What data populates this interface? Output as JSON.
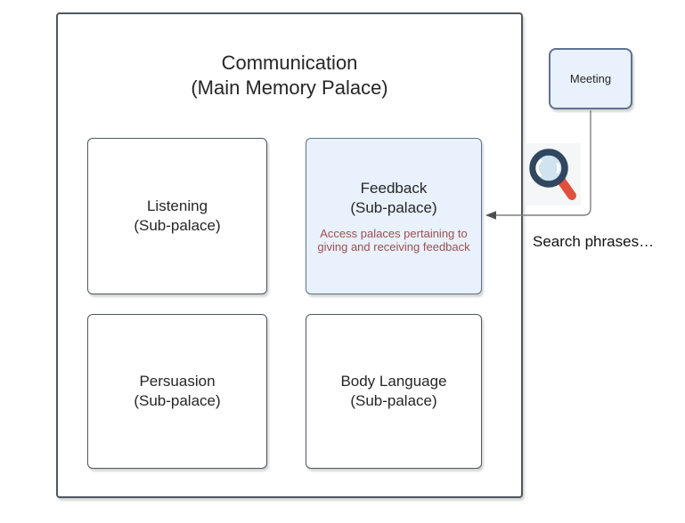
{
  "diagram": {
    "main_palace": {
      "title_line1": "Communication",
      "title_line2": "(Main Memory Palace)"
    },
    "sub_palaces": {
      "listening": {
        "name": "Listening",
        "type": "(Sub-palace)"
      },
      "feedback": {
        "name": "Feedback",
        "type": "(Sub-palace)",
        "note_line1": "Access palaces pertaining to",
        "note_line2": "giving and receiving feedback"
      },
      "persuasion": {
        "name": "Persuasion",
        "type": "(Sub-palace)"
      },
      "body_language": {
        "name": "Body Language",
        "type": "(Sub-palace)"
      }
    },
    "meeting_node": {
      "label": "Meeting"
    },
    "search_caption": "Search phrases…",
    "icons": {
      "magnifier": "search-icon"
    },
    "colors": {
      "node_border": "#4f565e",
      "highlight_fill": "#e8f1fc",
      "highlight_border": "#5e7390",
      "note_text": "#a04f4f",
      "connector": "#7f7f7f",
      "arrowhead": "#4d4d4d",
      "magnifier_ring": "#31465f",
      "magnifier_handle": "#e0503d",
      "magnifier_lens": "#cfe3f0",
      "icon_tile_bg": "#f5f6f7"
    }
  }
}
